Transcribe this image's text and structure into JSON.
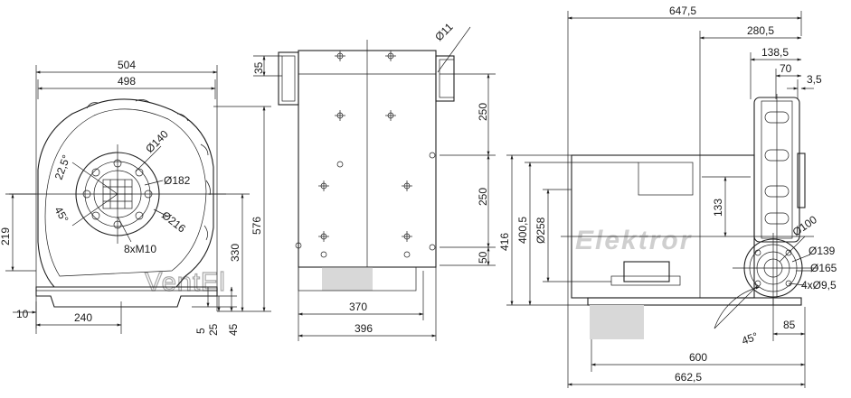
{
  "drawing": {
    "front_view": {
      "width_outer": "504",
      "width_inner": "498",
      "height_total": "576",
      "height_330": "330",
      "height_219": "219",
      "base_10": "10",
      "base_240": "240",
      "base_5": "5",
      "base_25": "25",
      "base_45": "45",
      "flange_d140": "Ø140",
      "flange_d182": "Ø182",
      "flange_d216": "Ø216",
      "angle_22_5": "22,5°",
      "angle_45": "45°",
      "bolts": "8xM10"
    },
    "side_view": {
      "hole_d11": "Ø11",
      "top_35": "35",
      "h_250_top": "250",
      "h_250_mid": "250",
      "h_50": "50",
      "w_370": "370",
      "w_396": "396"
    },
    "right_view": {
      "w_647_5": "647,5",
      "w_280_5": "280,5",
      "w_138_5": "138,5",
      "w_70": "70",
      "w_3_5": "3,5",
      "h_416": "416",
      "h_400_5": "400,5",
      "d258": "Ø258",
      "h_133": "133",
      "d100": "Ø100",
      "d139": "Ø139",
      "d165": "Ø165",
      "holes": "4xØ9,5",
      "w_85": "85",
      "angle_45": "45°",
      "w_600": "600",
      "w_662_5": "662,5"
    },
    "brand_label": "Elektror",
    "watermark": "VentEl"
  }
}
